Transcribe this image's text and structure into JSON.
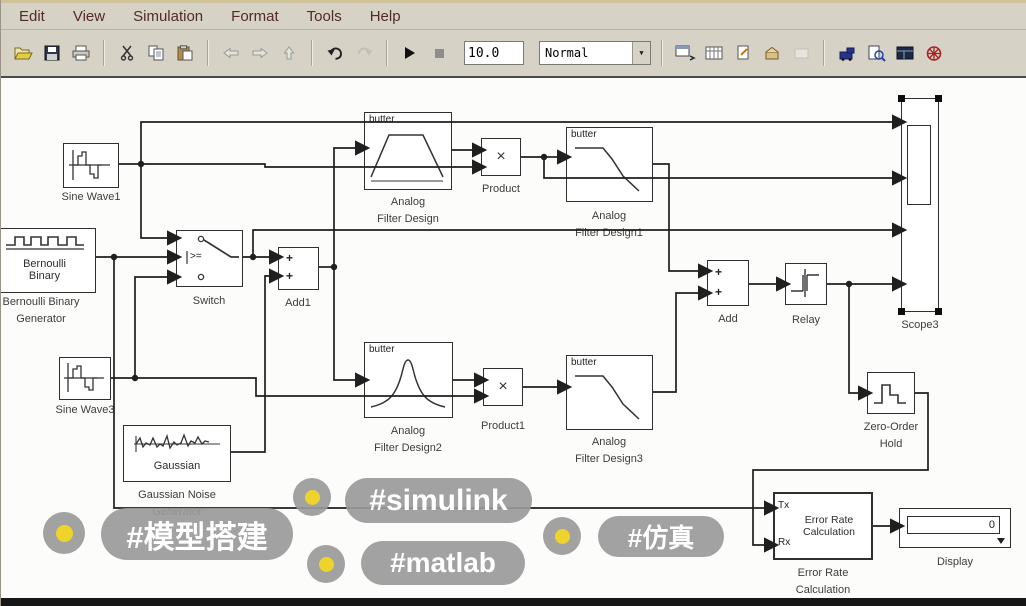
{
  "menubar": {
    "items": [
      "Edit",
      "View",
      "Simulation",
      "Format",
      "Tools",
      "Help"
    ]
  },
  "toolbar": {
    "sim_time": "10.0",
    "mode": "Normal",
    "icons": [
      "open",
      "save",
      "print",
      "cut",
      "copy",
      "paste",
      "back",
      "forward",
      "up",
      "undo",
      "redo",
      "play",
      "stop"
    ],
    "right_icons": [
      "model-browser",
      "library-browser",
      "model-report",
      "package",
      "refresh-disabled",
      "build",
      "find-in-model",
      "workspace",
      "debug"
    ]
  },
  "blocks": {
    "sine_wave1": {
      "label": "Sine Wave1"
    },
    "sine_wave3": {
      "label": "Sine Wave3"
    },
    "bernoulli": {
      "inner": "Bernoulli\nBinary",
      "label": "Bernoulli Binary\nGenerator"
    },
    "switch": {
      "criteria": ">=",
      "label": "Switch"
    },
    "add1": {
      "plus": "+",
      "label": "Add1"
    },
    "add": {
      "plus": "+",
      "label": "Add"
    },
    "afd": {
      "tag": "butter",
      "label": "Analog\nFilter Design"
    },
    "afd1": {
      "tag": "butter",
      "label": "Analog\nFilter Design1"
    },
    "afd2": {
      "tag": "butter",
      "label": "Analog\nFilter Design2"
    },
    "afd3": {
      "tag": "butter",
      "label": "Analog\nFilter Design3"
    },
    "product": {
      "symbol": "×",
      "label": "Product"
    },
    "product1": {
      "symbol": "×",
      "label": "Product1"
    },
    "gaussian": {
      "inner": "Gaussian",
      "label": "Gaussian Noise\nGenerator"
    },
    "relay": {
      "label": "Relay"
    },
    "scope3": {
      "label": "Scope3"
    },
    "zoh": {
      "label": "Zero-Order\nHold"
    },
    "error_rate": {
      "tx": "Tx",
      "rx": "Rx",
      "inner": "Error Rate\nCalculation",
      "label": "Error Rate\nCalculation"
    },
    "display": {
      "value": "0",
      "label": "Display"
    }
  },
  "overlays": {
    "tags": [
      {
        "label": "#模型搭建"
      },
      {
        "label": "#simulink"
      },
      {
        "label": "#matlab"
      },
      {
        "label": "#仿真"
      }
    ]
  },
  "colors": {
    "accent_yellow": "#edd32c",
    "pill_gray": "#9b9b9b",
    "chrome": "#d6d2c6",
    "wire": "#1f1f1f"
  }
}
